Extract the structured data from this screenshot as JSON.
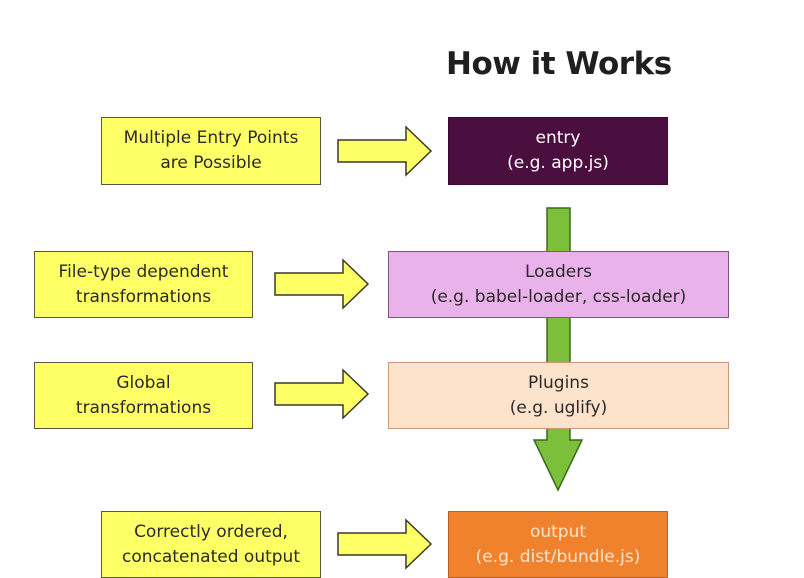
{
  "title": "How it Works",
  "stages": [
    {
      "id": "entry",
      "line1": "entry",
      "line2": "(e.g. app.js)",
      "color": "#4a0f3f"
    },
    {
      "id": "loaders",
      "line1": "Loaders",
      "line2": "(e.g. babel-loader, css-loader)",
      "color": "#eab2ea"
    },
    {
      "id": "plugins",
      "line1": "Plugins",
      "line2": "(e.g. uglify)",
      "color": "#fde2cc"
    },
    {
      "id": "output",
      "line1": "output",
      "line2": "(e.g. dist/bundle.js)",
      "color": "#f0822d"
    }
  ],
  "notes": [
    {
      "line1": "Multiple Entry Points",
      "line2": "are Possible"
    },
    {
      "line1": "File-type dependent",
      "line2": "transformations"
    },
    {
      "line1": "Global",
      "line2": "transformations"
    },
    {
      "line1": "Correctly ordered,",
      "line2": "concatenated output"
    }
  ],
  "colors": {
    "note": "#ffff66",
    "flow_arrow": "#7cbf3a",
    "side_arrow": "#ffff66"
  }
}
